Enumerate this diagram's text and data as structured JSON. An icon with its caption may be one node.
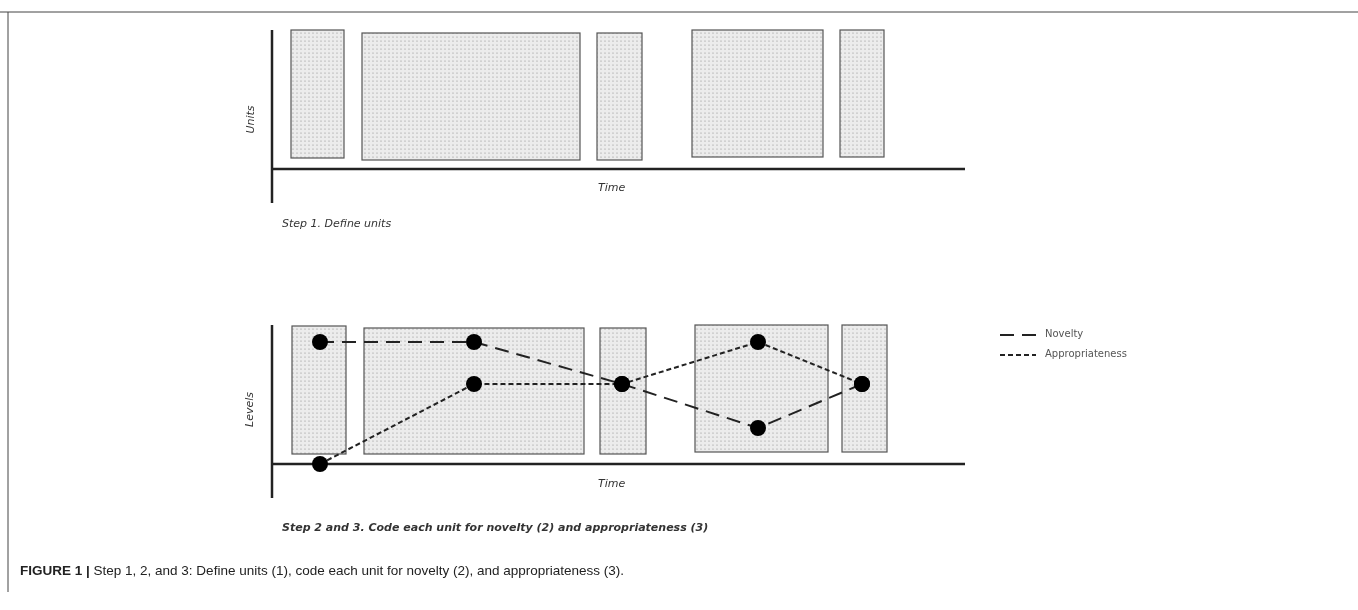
{
  "diagram": {
    "caption": "**FIGURE 1 |** Step 1, 2, and 3: Define units (1), code each unit for novelty (2), and appropriateness (3).",
    "labels": [
      "Units",
      "Time",
      "Step 1. Define units",
      "Levels",
      "Time",
      "Step 2 and 3. Code each unit for novelty (2) and appropriateness (3)"
    ],
    "legend": [
      {
        "text": "Novelty"
      },
      {
        "text": "Appropriateness"
      }
    ]
  }
}
